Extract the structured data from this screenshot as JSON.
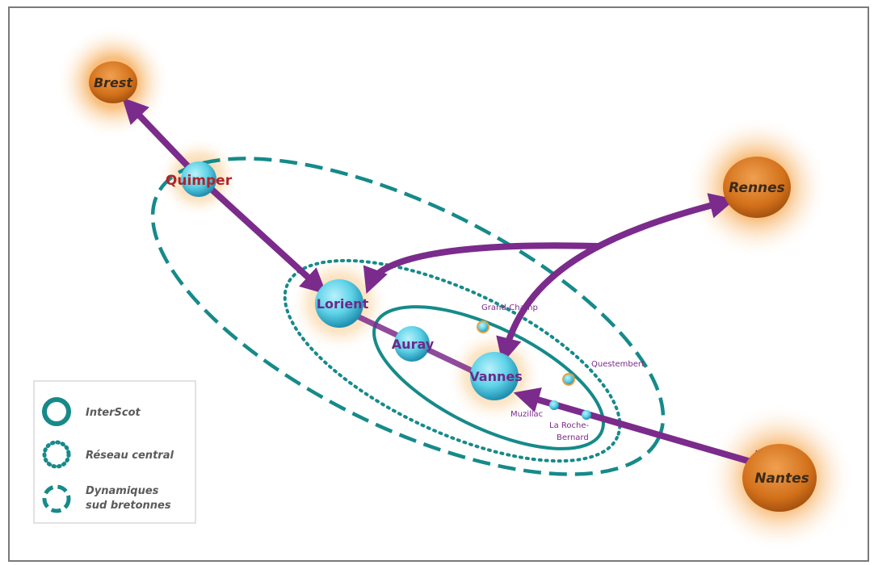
{
  "colors": {
    "arrow": "#7b2b8b",
    "teal": "#168a8a",
    "node_fill": "#5fd3e8",
    "orange_glow": "#f29a3a",
    "outer_city_fill": "#d9781e",
    "outer_city_text": "#3a2a1a",
    "inner_label": "#6a2a8a",
    "small_label": "#7a2a8a",
    "quimper_label": "#b0232a"
  },
  "outer_cities": {
    "brest": "Brest",
    "rennes": "Rennes",
    "nantes": "Nantes"
  },
  "core_cities": {
    "quimper": "Quimper",
    "lorient": "Lorient",
    "auray": "Auray",
    "vannes": "Vannes"
  },
  "small_towns": {
    "grand_champ": "Grand-Champ",
    "questembert": "Questembert",
    "muzillac": "Muzillac",
    "la_roche_1": "La Roche-",
    "la_roche_2": "Bernard"
  },
  "legend": {
    "interscot": "InterScot",
    "reseau_central": "Réseau central",
    "dynamiques_1": "Dynamiques",
    "dynamiques_2": "sud bretonnes"
  }
}
